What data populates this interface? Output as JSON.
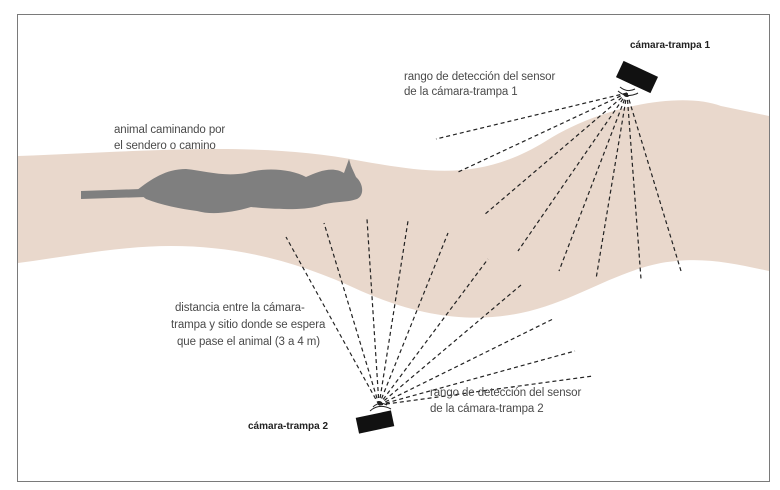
{
  "labels": {
    "camera1": "cámara-trampa 1",
    "camera2": "cámara-trampa 2",
    "range1_line1": "rango de detección del sensor",
    "range1_line2": "de la cámara-trampa 1",
    "range2_line1": "rango de detección del sensor",
    "range2_line2": "de la cámara-trampa 2",
    "animal_line1": "animal caminando por",
    "animal_line2": "el sendero o camino",
    "distance_line1": "distancia entre la cámara-",
    "distance_line2": "trampa y sitio donde se espera",
    "distance_line3": "que pase el animal (3 a 4 m)"
  },
  "colors": {
    "trail": "#e9d8cc",
    "camera": "#111111",
    "rays": "#222222",
    "animal": "#7f7f7f",
    "text": "#4a4a4a",
    "frame": "#7a7a7a"
  }
}
